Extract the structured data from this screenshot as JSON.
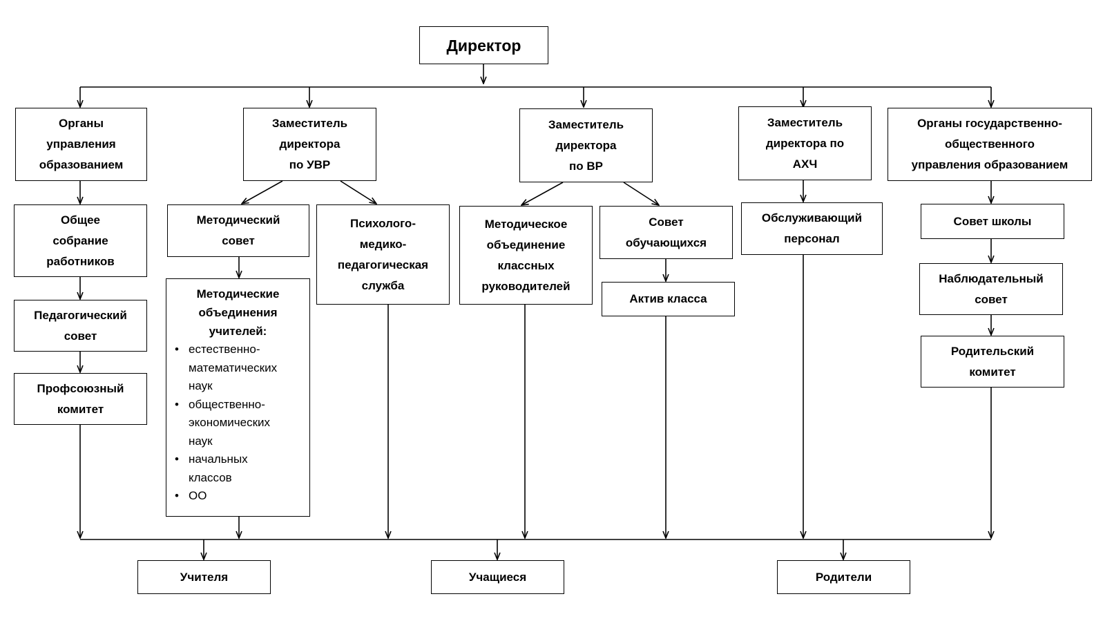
{
  "director": [
    "Директор"
  ],
  "column1": {
    "authorities": [
      "Органы",
      "управления",
      "образованием"
    ],
    "general_meeting": [
      "Общее",
      "собрание",
      "работников"
    ],
    "pedagogical_council": [
      "Педагогический",
      "совет"
    ],
    "trade_union": [
      "Профсоюзный",
      "комитет"
    ]
  },
  "column2": {
    "deputy_uvr": [
      "Заместитель",
      "директора",
      "по УВР"
    ],
    "methodical_council": [
      "Методический",
      "совет"
    ],
    "methodical_unions": {
      "title": [
        "Методические",
        "объединения",
        "учителей:"
      ],
      "items": [
        [
          "естественно-",
          "математических",
          "наук"
        ],
        [
          "общественно-",
          "экономических",
          "наук"
        ],
        [
          "начальных",
          "классов"
        ],
        [
          "ОО"
        ]
      ]
    },
    "psych_service": [
      "Психолого-",
      "медико-",
      "педагогическая",
      "служба"
    ]
  },
  "column3": {
    "deputy_vr": [
      "Заместитель",
      "директора",
      "по ВР"
    ],
    "class_teachers_union": [
      "Методическое",
      "объединение",
      "классных",
      "руководителей"
    ],
    "student_council": [
      "Совет",
      "обучающихся"
    ],
    "class_activists": [
      "Актив класса"
    ]
  },
  "column4": {
    "deputy_ahch": [
      "Заместитель",
      "директора по",
      "АХЧ"
    ],
    "service_staff": [
      "Обслуживающий",
      "персонал"
    ]
  },
  "column5": {
    "state_public_bodies": [
      "Органы государственно-",
      "общественного",
      "управления образованием"
    ],
    "school_council": [
      "Совет школы"
    ],
    "supervisory_board": [
      "Наблюдательный",
      "совет"
    ],
    "parent_committee": [
      "Родительский",
      "комитет"
    ]
  },
  "bottom": {
    "teachers": [
      "Учителя"
    ],
    "students": [
      "Учащиеся"
    ],
    "parents": [
      "Родители"
    ]
  }
}
